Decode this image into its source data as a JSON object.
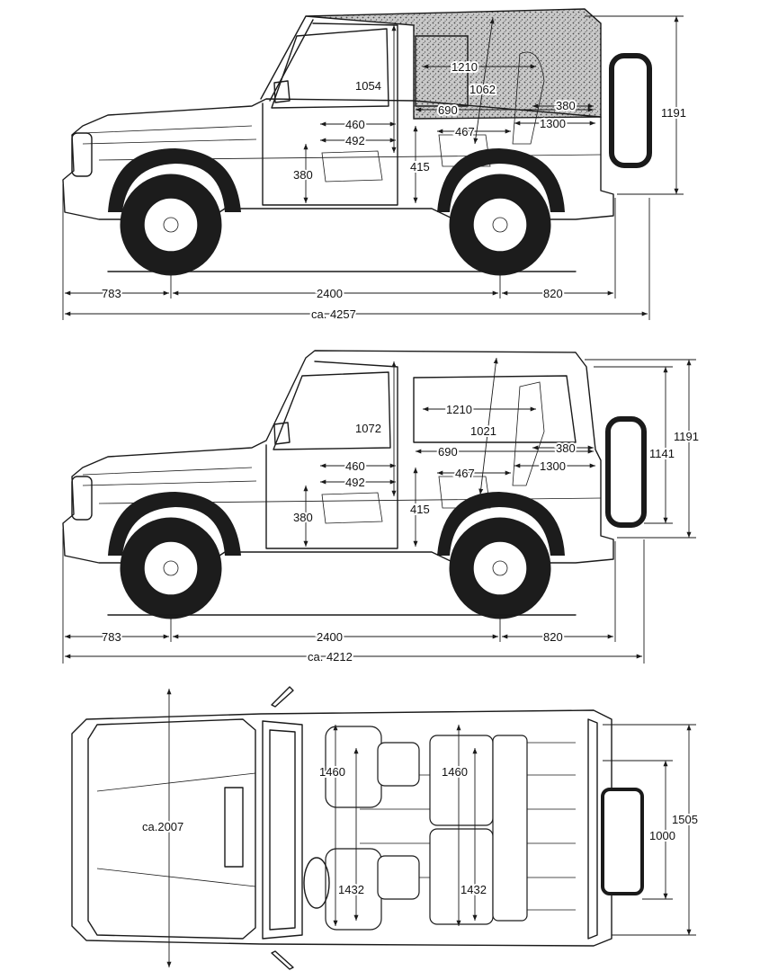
{
  "views": {
    "cabrio": {
      "dims": {
        "roof_h": "1054",
        "rear_roof_h": "1062",
        "shoulder_len": "1210",
        "rear_len_1": "690",
        "rear_len_2": "380",
        "front_seat_len": "460",
        "front_seat_depth": "492",
        "rear_seat_depth": "467",
        "cargo_len": "1300",
        "seat_h": "380",
        "rear_seat_h": "415",
        "total_h": "1191",
        "front_overhang": "783",
        "wheelbase": "2400",
        "rear_overhang": "820",
        "total_len": "ca. 4257"
      }
    },
    "station": {
      "dims": {
        "roof_h": "1072",
        "rear_roof_h": "1021",
        "shoulder_len": "1210",
        "rear_len_1": "690",
        "rear_len_2": "380",
        "front_seat_len": "460",
        "front_seat_depth": "492",
        "rear_seat_depth": "467",
        "cargo_len": "1300",
        "seat_h": "380",
        "rear_seat_h": "415",
        "total_h": "1191",
        "interior_h": "1141",
        "front_overhang": "783",
        "wheelbase": "2400",
        "rear_overhang": "820",
        "total_len": "ca. 4212"
      }
    },
    "top": {
      "dims": {
        "total_width": "ca.2007",
        "front_shoulder": "1460",
        "rear_shoulder": "1460",
        "front_hip": "1432",
        "rear_hip": "1432",
        "cargo_width": "1505",
        "door_width": "1000"
      }
    }
  },
  "colors": {
    "ink": "#1a1a1a",
    "paper": "#ffffff",
    "softtop": "#9a9a9a"
  }
}
